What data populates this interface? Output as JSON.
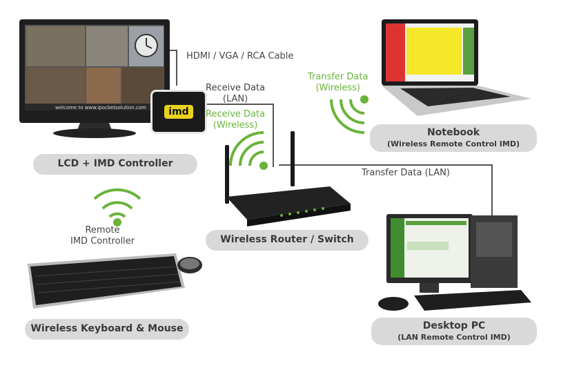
{
  "colors": {
    "accent_green": "#69b33a",
    "pill_bg": "#d9d9d9",
    "line": "#555555"
  },
  "devices": {
    "lcd": {
      "label": "LCD + IMD Controller"
    },
    "imd_box": {
      "logo": "imd"
    },
    "screen_caption": "welcome to www.ipocketsolution.com",
    "notebook": {
      "label": "Notebook",
      "sub": "(Wireless Remote Control IMD)"
    },
    "router": {
      "label": "Wireless Router / Switch"
    },
    "keyboard": {
      "label": "Wireless Keyboard & Mouse"
    },
    "desktop": {
      "label": "Desktop PC",
      "sub": "(LAN Remote Control IMD)"
    }
  },
  "links": {
    "hdmi": "HDMI / VGA / RCA Cable",
    "receive_lan_1": "Receive Data",
    "receive_lan_2": "(LAN)",
    "receive_wireless_1": "Receive Data",
    "receive_wireless_2": "(Wireless)",
    "transfer_wireless_1": "Transfer Data",
    "transfer_wireless_2": "(Wireless)",
    "transfer_lan_1": "Transfer Data (",
    "transfer_lan_2": "LAN",
    "transfer_lan_3": ")",
    "remote_1": "Remote",
    "remote_2": "IMD Controller"
  }
}
